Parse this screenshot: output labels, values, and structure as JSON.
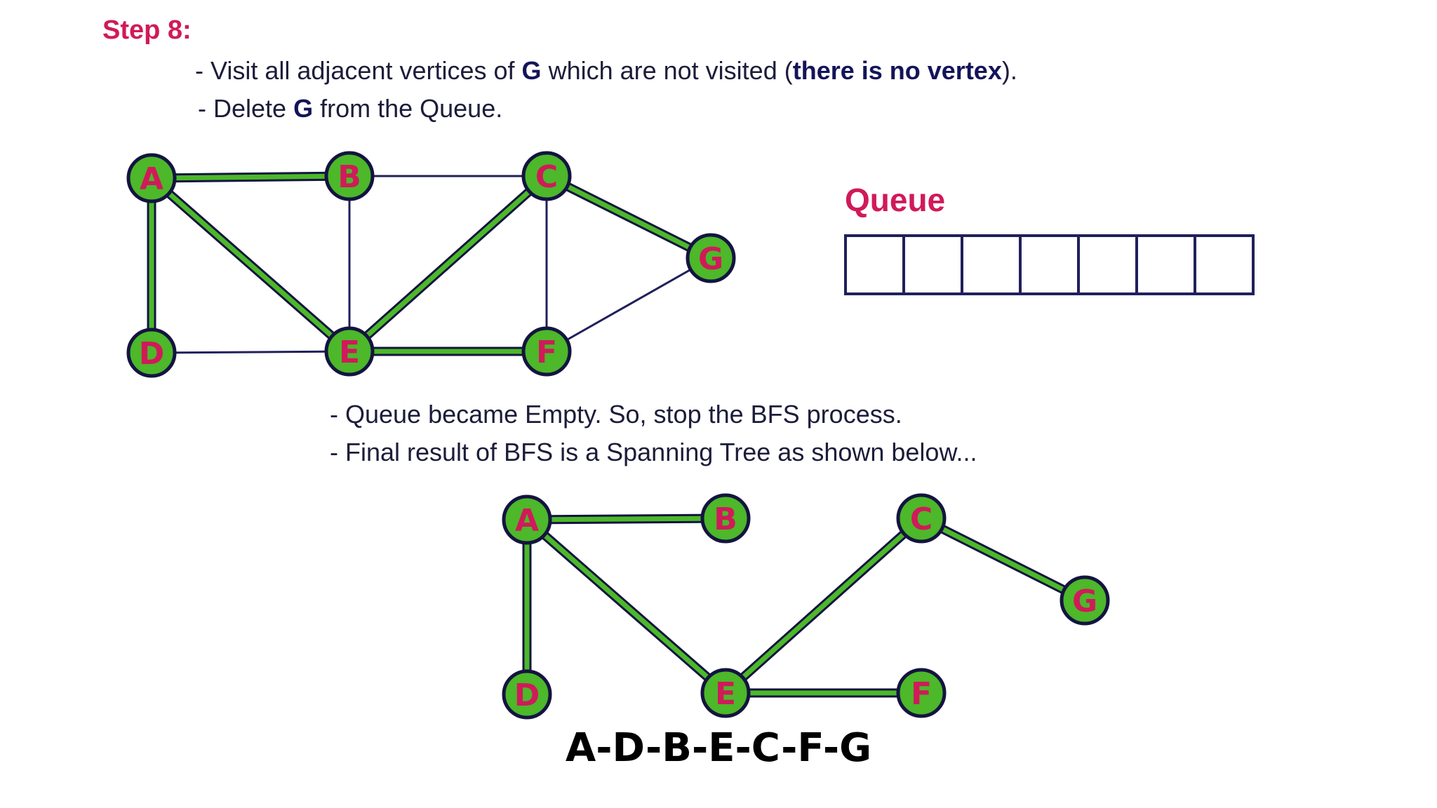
{
  "step": {
    "title": "Step 8:"
  },
  "instructions": [
    {
      "pre": "- Visit all adjacent vertices of ",
      "b1": "G",
      "mid": " which are not visited (",
      "b2": "there is no vertex",
      "post": ")."
    },
    {
      "pre": "- Delete ",
      "b1": "G",
      "post": " from the Queue."
    }
  ],
  "queue": {
    "label": "Queue",
    "cells": [
      "",
      "",
      "",
      "",
      "",
      "",
      ""
    ]
  },
  "notes": [
    "- Queue became Empty. So, stop the BFS process.",
    "- Final result of BFS is a Spanning Tree as shown below..."
  ],
  "graph": {
    "nodes": [
      "A",
      "B",
      "C",
      "D",
      "E",
      "F",
      "G"
    ],
    "edges": [
      {
        "from": "A",
        "to": "B",
        "tree": true
      },
      {
        "from": "A",
        "to": "D",
        "tree": true
      },
      {
        "from": "A",
        "to": "E",
        "tree": true
      },
      {
        "from": "B",
        "to": "C",
        "tree": false
      },
      {
        "from": "B",
        "to": "E",
        "tree": false
      },
      {
        "from": "C",
        "to": "E",
        "tree": true
      },
      {
        "from": "C",
        "to": "F",
        "tree": false
      },
      {
        "from": "C",
        "to": "G",
        "tree": true
      },
      {
        "from": "D",
        "to": "E",
        "tree": false
      },
      {
        "from": "E",
        "to": "F",
        "tree": true
      },
      {
        "from": "F",
        "to": "G",
        "tree": false
      }
    ]
  },
  "spanning_tree": {
    "nodes": [
      "A",
      "B",
      "C",
      "D",
      "E",
      "F",
      "G"
    ],
    "edges": [
      {
        "from": "A",
        "to": "B"
      },
      {
        "from": "A",
        "to": "D"
      },
      {
        "from": "A",
        "to": "E"
      },
      {
        "from": "C",
        "to": "E"
      },
      {
        "from": "C",
        "to": "G"
      },
      {
        "from": "E",
        "to": "F"
      }
    ]
  },
  "result": "A-D-B-E-C-F-G",
  "colors": {
    "title": "#d01a5a",
    "node_fill": "#4cb82a",
    "node_stroke": "#141440",
    "tree_edge": "#4cb82a",
    "plain_edge": "#20205c"
  }
}
